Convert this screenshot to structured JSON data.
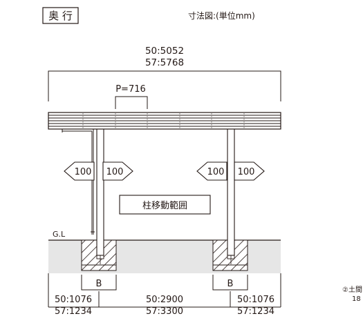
{
  "header": {
    "view_label": "奥 行",
    "drawing_title": "寸法図:(単位mm)"
  },
  "dimensions": {
    "overall_width_50": "50:5052",
    "overall_width_57": "57:5768",
    "pitch_label": "P=716",
    "offset_left_outer": "100",
    "offset_left_inner": "100",
    "offset_right_outer": "100",
    "offset_right_inner": "100",
    "column_range_label": "柱移動範囲",
    "ground_level_label": "G.L",
    "footing_left_label": "B",
    "footing_right_label": "B",
    "bottom_left_50": "50:1076",
    "bottom_left_57": "57:1234",
    "bottom_center_50": "50:2900",
    "bottom_center_57": "57:3300",
    "bottom_right_50": "50:1076",
    "bottom_right_57": "57:1234"
  },
  "side_note": {
    "line1": "②土間",
    "line2": "18"
  },
  "colors": {
    "line": "#231815",
    "ground": "#e6e6e6",
    "background": "#ffffff"
  }
}
